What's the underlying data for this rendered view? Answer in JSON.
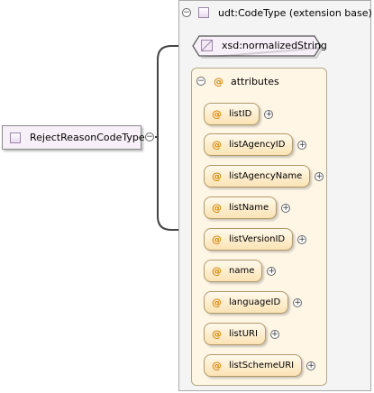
{
  "root": {
    "label": "RejectReasonCodeType",
    "toggle": "−"
  },
  "extension": {
    "label": "udt:CodeType (extension base)",
    "toggle": "−"
  },
  "simple_type": {
    "label": "xsd:normalizedString"
  },
  "attributes_group": {
    "label": "attributes",
    "symbol": "@",
    "toggle": "−"
  },
  "attributes": [
    {
      "symbol": "@",
      "name": "listID",
      "toggle": "+"
    },
    {
      "symbol": "@",
      "name": "listAgencyID",
      "toggle": "+"
    },
    {
      "symbol": "@",
      "name": "listAgencyName",
      "toggle": "+"
    },
    {
      "symbol": "@",
      "name": "listName",
      "toggle": "+"
    },
    {
      "symbol": "@",
      "name": "listVersionID",
      "toggle": "+"
    },
    {
      "symbol": "@",
      "name": "name",
      "toggle": "+"
    },
    {
      "symbol": "@",
      "name": "languageID",
      "toggle": "+"
    },
    {
      "symbol": "@",
      "name": "listURI",
      "toggle": "+"
    },
    {
      "symbol": "@",
      "name": "listSchemeURI",
      "toggle": "+"
    }
  ],
  "colors": {
    "attribute_fill": "#fbe3b4",
    "attribute_symbol": "#d48a10",
    "group_fill": "#fff6e6",
    "type_icon": "#ead8f0"
  }
}
